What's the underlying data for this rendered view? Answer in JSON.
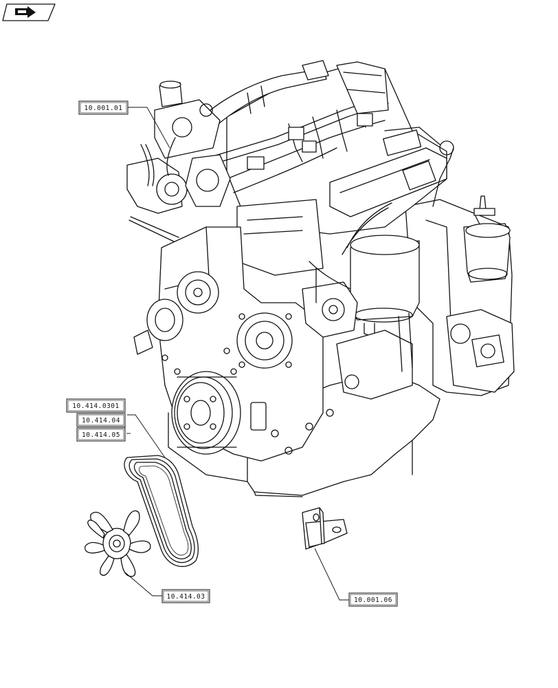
{
  "nav": {
    "icon": "next-page-arrow-icon"
  },
  "callouts": {
    "c1": "10.001.01",
    "c2": "10.414.0301",
    "c3": "10.414.04",
    "c4": "10.414.05",
    "c5": "10.414.03",
    "c6": "10.001.06"
  }
}
